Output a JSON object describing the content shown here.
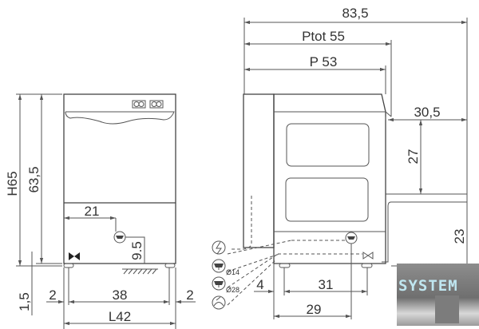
{
  "front_view": {
    "height_total": "H65",
    "height_body": "63,5",
    "foot_height": "1,5",
    "drain_offset": "21",
    "drain_height": "9.5",
    "side_margin_left": "2",
    "feet_span": "38",
    "side_margin_right": "2",
    "width_total": "L42"
  },
  "side_view": {
    "overall_depth": "83,5",
    "depth_total": "Ptot 55",
    "depth": "P 53",
    "table_extension": "30,5",
    "table_rise": "27",
    "table_height": "23",
    "foot_offset": "4",
    "feet_span": "31",
    "drain_offset": "29"
  },
  "legend": {
    "items": [
      {
        "icon": "electric-icon",
        "label": ""
      },
      {
        "icon": "drain-icon",
        "label": "Ø14"
      },
      {
        "icon": "drain-icon",
        "label": "Ø28"
      },
      {
        "icon": "water-inlet-icon",
        "label": ""
      }
    ]
  },
  "logo": {
    "text": "SYSTEM"
  }
}
